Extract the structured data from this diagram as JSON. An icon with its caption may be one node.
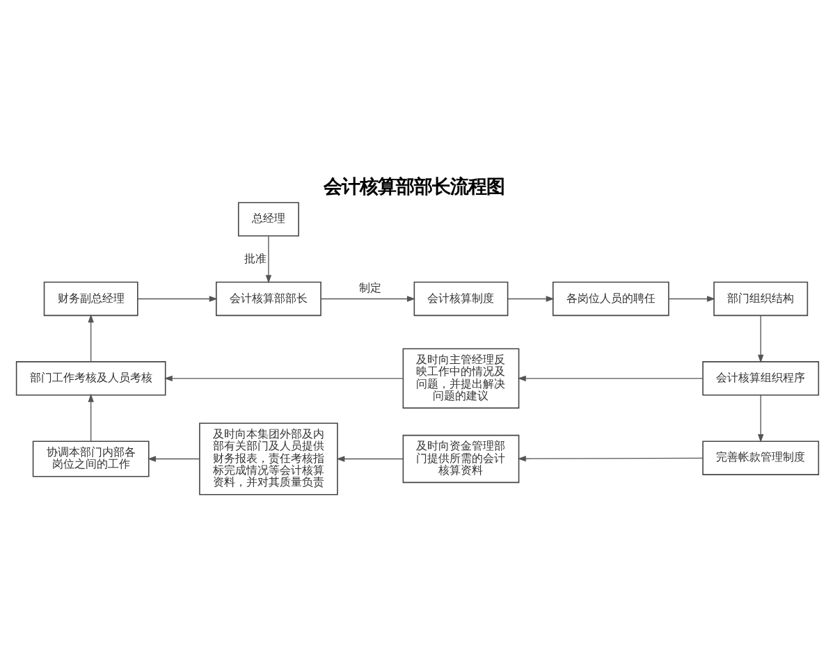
{
  "diagram": {
    "title": "会计核算部部长流程图",
    "nodes": [
      {
        "text": [
          "总经理"
        ]
      },
      {
        "text": [
          "财务副总经理"
        ]
      },
      {
        "text": [
          "会计核算部部长"
        ]
      },
      {
        "text": [
          "会计核算制度"
        ]
      },
      {
        "text": [
          "各岗位人员的聘任"
        ]
      },
      {
        "text": [
          "部门组织结构"
        ]
      },
      {
        "text": [
          "部门工作考核及人员考核"
        ]
      },
      {
        "text": [
          "及时向主管经理反映工作中的情况及问题，并提出解决问题的建议"
        ]
      },
      {
        "text": [
          "会计核算组织程序"
        ]
      },
      {
        "text": [
          "协调本部门内部各岗位之间的工作"
        ]
      },
      {
        "text": [
          "及时向本集团外部及内部有关部门及人员提供财务报表，责任考核指标完成情况等会计核算资料，并对其质量负责"
        ]
      },
      {
        "text": [
          "及时向资金管理部门提供所需的会计核算资料"
        ]
      },
      {
        "text": [
          "完善帐款管理制度"
        ]
      }
    ],
    "edges": [
      {
        "from": 0,
        "to": 2,
        "arrow": "to",
        "label": "批准"
      },
      {
        "from": 1,
        "to": 2,
        "arrow": "to"
      },
      {
        "from": 2,
        "to": 3,
        "arrow": "to",
        "label": "制定"
      },
      {
        "from": 3,
        "to": 4,
        "arrow": "to"
      },
      {
        "from": 4,
        "to": 5,
        "arrow": "to"
      },
      {
        "from": 5,
        "to": 8,
        "arrow": "to"
      },
      {
        "from": 8,
        "to": 7,
        "arrow": "to"
      },
      {
        "from": 7,
        "to": 6,
        "arrow": "to"
      },
      {
        "from": 8,
        "to": 12,
        "arrow": "to"
      },
      {
        "from": 12,
        "to": 11,
        "arrow": "to"
      },
      {
        "from": 11,
        "to": 10,
        "arrow": "to"
      },
      {
        "from": 10,
        "to": 9,
        "arrow": "to"
      },
      {
        "from": 9,
        "to": 6,
        "arrow": "to"
      },
      {
        "from": 6,
        "to": 1,
        "arrow": "to"
      }
    ]
  }
}
